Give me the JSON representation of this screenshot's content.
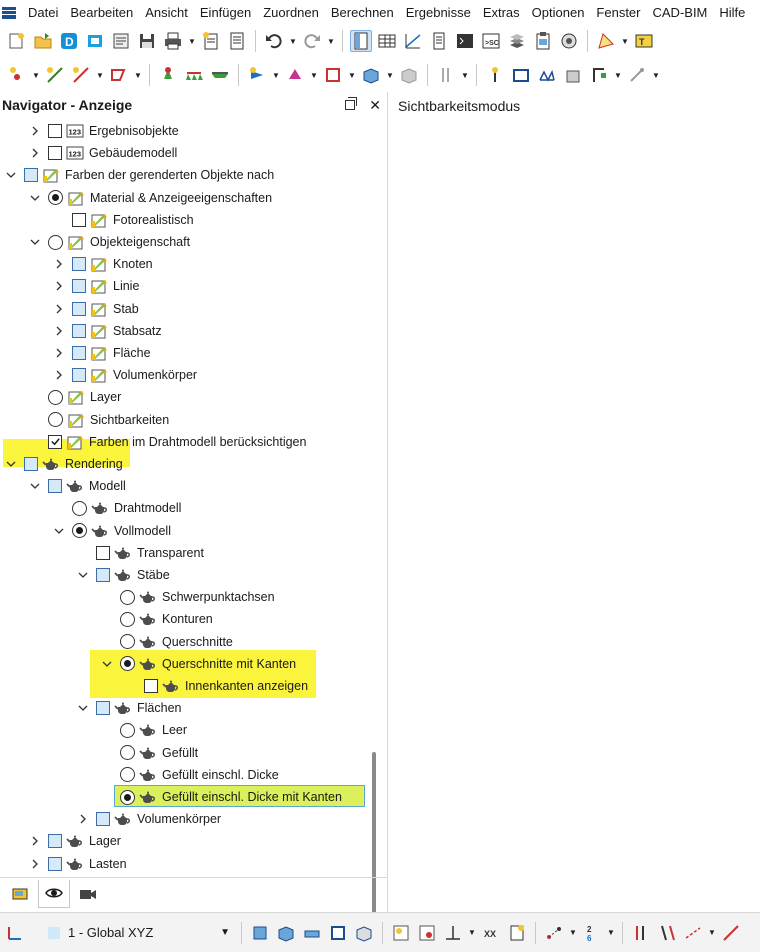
{
  "menubar": {
    "items": [
      "Datei",
      "Bearbeiten",
      "Ansicht",
      "Einfügen",
      "Zuordnen",
      "Berechnen",
      "Ergebnisse",
      "Extras",
      "Optionen",
      "Fenster",
      "CAD-BIM",
      "Hilfe"
    ]
  },
  "navigator": {
    "title": "Navigator - Anzeige",
    "tree": [
      {
        "label": "Ergebnisobjekte",
        "icon": "results-123-icon",
        "control": "checkbox",
        "state": "unchecked",
        "expander": "collapsed",
        "indent": 1
      },
      {
        "label": "Gebäudemodell",
        "icon": "results-123-icon",
        "control": "checkbox",
        "state": "unchecked",
        "expander": "collapsed",
        "indent": 1
      },
      {
        "label": "Farben der gerenderten Objekte nach",
        "icon": "color-ruler-icon",
        "control": "checkbox",
        "state": "partial",
        "expander": "expanded",
        "indent": 0
      },
      {
        "label": "Material & Anzeigeeigenschaften",
        "icon": "color-ruler-icon",
        "control": "radio",
        "state": "on",
        "expander": "expanded",
        "indent": 1
      },
      {
        "label": "Fotorealistisch",
        "icon": "color-ruler-icon",
        "control": "checkbox",
        "state": "unchecked",
        "expander": "none",
        "indent": 2
      },
      {
        "label": "Objekteigenschaft",
        "icon": "color-ruler-icon",
        "control": "radio",
        "state": "off",
        "expander": "expanded",
        "indent": 1
      },
      {
        "label": "Knoten",
        "icon": "color-ruler-icon",
        "control": "checkbox",
        "state": "partial",
        "expander": "collapsed",
        "indent": 2
      },
      {
        "label": "Linie",
        "icon": "color-ruler-icon",
        "control": "checkbox",
        "state": "partial",
        "expander": "collapsed",
        "indent": 2
      },
      {
        "label": "Stab",
        "icon": "color-ruler-icon",
        "control": "checkbox",
        "state": "partial",
        "expander": "collapsed",
        "indent": 2
      },
      {
        "label": "Stabsatz",
        "icon": "color-ruler-icon",
        "control": "checkbox",
        "state": "partial",
        "expander": "collapsed",
        "indent": 2
      },
      {
        "label": "Fläche",
        "icon": "color-ruler-icon",
        "control": "checkbox",
        "state": "partial",
        "expander": "collapsed",
        "indent": 2
      },
      {
        "label": "Volumenkörper",
        "icon": "color-ruler-icon",
        "control": "checkbox",
        "state": "partial",
        "expander": "collapsed",
        "indent": 2
      },
      {
        "label": "Layer",
        "icon": "color-ruler-icon",
        "control": "radio",
        "state": "off",
        "expander": "none",
        "indent": 1
      },
      {
        "label": "Sichtbarkeiten",
        "icon": "color-ruler-icon",
        "control": "radio",
        "state": "off",
        "expander": "none",
        "indent": 1
      },
      {
        "label": "Farben im Drahtmodell berücksichtigen",
        "icon": "color-ruler-icon",
        "control": "checkbox",
        "state": "checked",
        "expander": "none",
        "indent": 1
      },
      {
        "label": "Rendering",
        "icon": "teapot-icon",
        "control": "checkbox",
        "state": "partial",
        "expander": "expanded",
        "indent": 0,
        "highlight": "yellow"
      },
      {
        "label": "Modell",
        "icon": "teapot-icon",
        "control": "checkbox",
        "state": "partial",
        "expander": "expanded",
        "indent": 1
      },
      {
        "label": "Drahtmodell",
        "icon": "teapot-icon",
        "control": "radio",
        "state": "off",
        "expander": "none",
        "indent": 2
      },
      {
        "label": "Vollmodell",
        "icon": "teapot-icon",
        "control": "radio",
        "state": "on",
        "expander": "expanded",
        "indent": 2
      },
      {
        "label": "Transparent",
        "icon": "teapot-icon",
        "control": "checkbox",
        "state": "unchecked",
        "expander": "none",
        "indent": 3
      },
      {
        "label": "Stäbe",
        "icon": "teapot-icon",
        "control": "checkbox",
        "state": "partial",
        "expander": "expanded",
        "indent": 3
      },
      {
        "label": "Schwerpunktachsen",
        "icon": "teapot-icon",
        "control": "radio",
        "state": "off",
        "expander": "none",
        "indent": 4
      },
      {
        "label": "Konturen",
        "icon": "teapot-icon",
        "control": "radio",
        "state": "off",
        "expander": "none",
        "indent": 4
      },
      {
        "label": "Querschnitte",
        "icon": "teapot-icon",
        "control": "radio",
        "state": "off",
        "expander": "none",
        "indent": 4
      },
      {
        "label": "Querschnitte mit Kanten",
        "icon": "teapot-icon",
        "control": "radio",
        "state": "on",
        "expander": "expanded",
        "indent": 4,
        "highlight": "yellow"
      },
      {
        "label": "Innenkanten anzeigen",
        "icon": "teapot-icon",
        "control": "checkbox",
        "state": "unchecked",
        "expander": "none",
        "indent": 5,
        "highlight": "yellow"
      },
      {
        "label": "Flächen",
        "icon": "teapot-icon",
        "control": "checkbox",
        "state": "partial",
        "expander": "expanded",
        "indent": 3
      },
      {
        "label": "Leer",
        "icon": "teapot-icon",
        "control": "radio",
        "state": "off",
        "expander": "none",
        "indent": 4
      },
      {
        "label": "Gefüllt",
        "icon": "teapot-icon",
        "control": "radio",
        "state": "off",
        "expander": "none",
        "indent": 4
      },
      {
        "label": "Gefüllt einschl. Dicke",
        "icon": "teapot-icon",
        "control": "radio",
        "state": "off",
        "expander": "none",
        "indent": 4
      },
      {
        "label": "Gefüllt einschl. Dicke mit Kanten",
        "icon": "teapot-icon",
        "control": "radio",
        "state": "on",
        "expander": "none",
        "indent": 4,
        "highlight": "green"
      },
      {
        "label": "Volumenkörper",
        "icon": "teapot-icon",
        "control": "checkbox",
        "state": "partial",
        "expander": "collapsed",
        "indent": 3
      },
      {
        "label": "Lager",
        "icon": "teapot-icon",
        "control": "checkbox",
        "state": "partial",
        "expander": "collapsed",
        "indent": 1
      },
      {
        "label": "Lasten",
        "icon": "teapot-icon",
        "control": "checkbox",
        "state": "partial",
        "expander": "collapsed",
        "indent": 1
      }
    ],
    "tabs": [
      "data-tab-icon",
      "eye-icon",
      "camera-icon"
    ]
  },
  "main": {
    "text": "Sichtbarkeitsmodus"
  },
  "bottombar": {
    "coordinate_system": "1 - Global XYZ"
  },
  "colors": {
    "highlight_yellow": "#fbf43d",
    "highlight_green": "#dbf05a",
    "checkbox_partial": "#d6e9f8",
    "teapot": "#4d4d4d"
  }
}
